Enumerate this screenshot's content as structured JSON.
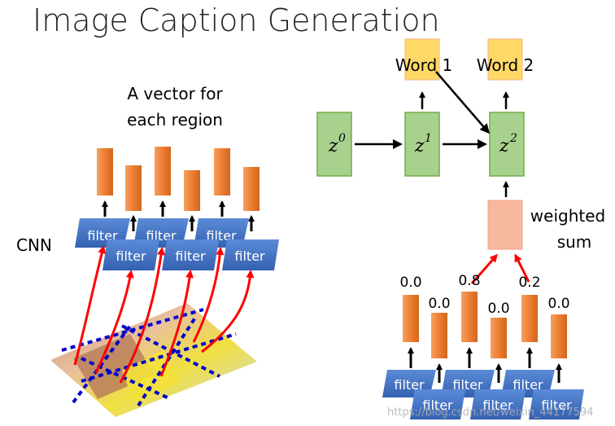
{
  "slide": {
    "title": "Image Caption Generation",
    "vector_caption_line1": "A vector for",
    "vector_caption_line2": "each region",
    "cnn_label": "CNN",
    "filter_label": "filter",
    "weighted_sum_line1": "weighted",
    "weighted_sum_line2": "sum",
    "watermark": "https://blog.csdn.net/weixin_44177594"
  },
  "decoder": {
    "words": [
      "Word 1",
      "Word 2"
    ],
    "states": [
      {
        "base": "z",
        "sup": "0"
      },
      {
        "base": "z",
        "sup": "1"
      },
      {
        "base": "z",
        "sup": "2"
      }
    ]
  },
  "attention": {
    "weights": [
      "0.0",
      "0.0",
      "0.8",
      "0.0",
      "0.2",
      "0.0"
    ]
  },
  "colors": {
    "green_fill": "#a9d18e",
    "green_stroke": "#70ad47",
    "word_fill": "#ffd966",
    "word_stroke": "#f4b183",
    "orange_bar": "#ed7d31",
    "filter_blue": "#4472c4",
    "weighted_fill": "#f8b8a0",
    "red_arrow": "#ff0000",
    "dash_blue": "#0000cc"
  }
}
